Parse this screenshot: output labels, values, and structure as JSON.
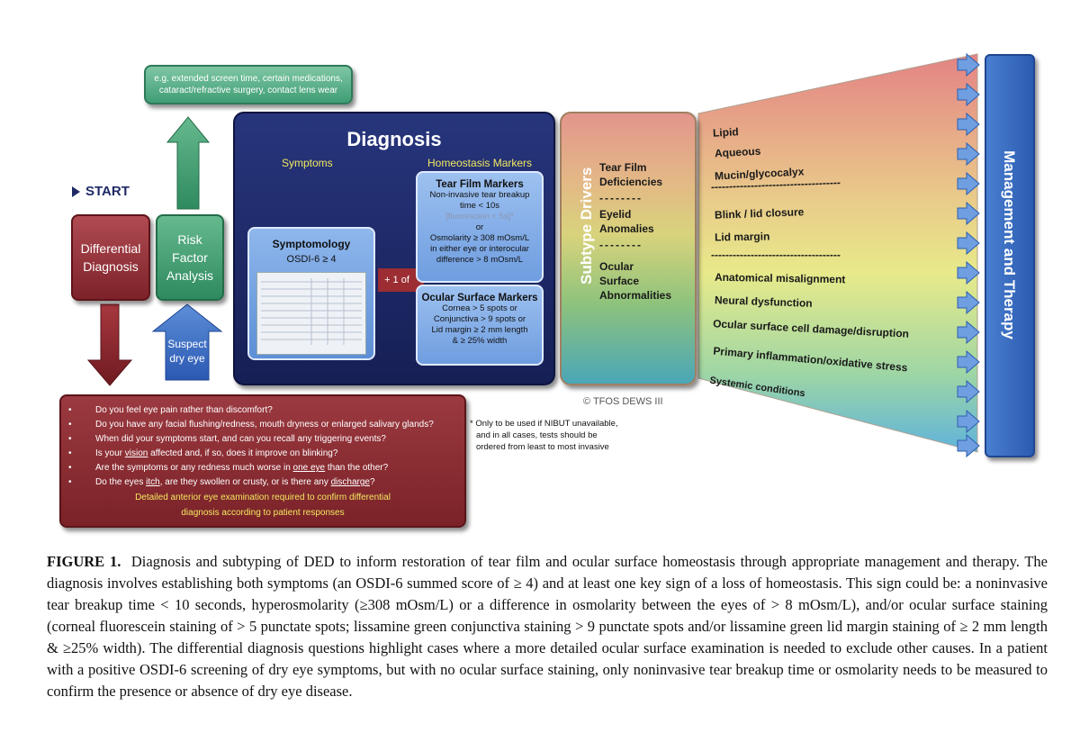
{
  "risk_examples": {
    "line1": "e.g. extended screen time, certain medications,",
    "line2": "cataract/refractive surgery, contact lens wear"
  },
  "start": {
    "label": "START"
  },
  "differential": {
    "line1": "Differential",
    "line2": "Diagnosis"
  },
  "risk_factor": {
    "line1": "Risk",
    "line2": "Factor",
    "line3": "Analysis"
  },
  "suspect": {
    "line1": "Suspect",
    "line2": "dry eye"
  },
  "diagnosis": {
    "title": "Diagnosis",
    "symptoms_header": "Symptoms",
    "homeostasis_header": "Homeostasis Markers",
    "symptomology": {
      "title": "Symptomology",
      "score": "OSDI-6 ≥ 4"
    },
    "connector": "+ 1 of",
    "tear_film": {
      "title": "Tear Film Markers",
      "l1": "Non-invasive tear breakup",
      "l2": "time < 10s",
      "l3": "[fluorescein < 5s]*",
      "l4": "or",
      "l5": "Osmolarity ≥ 308 mOsm/L",
      "l6": "in either eye or interocular",
      "l7": "difference > 8 mOsm/L"
    },
    "ocular_surface": {
      "title": "Ocular Surface Markers",
      "l1": "Cornea > 5 spots or",
      "l2": "Conjunctiva > 9 spots or",
      "l3": "Lid margin ≥ 2 mm length",
      "l4": "& ≥ 25% width"
    }
  },
  "subtype": {
    "label": "Subtype Drivers",
    "tf1": "Tear Film",
    "tf2": "Deficiencies",
    "dash": "--------",
    "ea1": "Eyelid",
    "ea2": "Anomalies",
    "os1": "Ocular",
    "os2": "Surface",
    "os3": "Abnormalities"
  },
  "funnel": {
    "items": [
      "Lipid",
      "Aqueous",
      "Mucin/glycocalyx",
      "Blink / lid closure",
      "Lid margin",
      "Anatomical misalignment",
      "Neural dysfunction",
      "Ocular surface cell damage/disruption",
      "Primary inflammation/oxidative stress",
      "Systemic conditions"
    ],
    "dashes": "------------------------------------",
    "colors": {
      "top": "#e58a86",
      "mid": "#e9ea8c",
      "bottom": "#64b3d6"
    }
  },
  "management": {
    "label": "Management and Therapy"
  },
  "copyright": "© TFOS DEWS III",
  "footnote": {
    "l1": "* Only to be used if NIBUT unavailable,",
    "l2": "and in all cases, tests should be",
    "l3": "ordered from least to most invasive"
  },
  "questions": {
    "q1": "Do you feel eye pain rather than discomfort?",
    "q2": "Do you have any facial flushing/redness, mouth dryness or enlarged salivary glands?",
    "q3": "When did your symptoms start, and can you recall any triggering events?",
    "q4a": "Is your ",
    "q4b": "vision",
    "q4c": " affected and, if so, does it improve on blinking?",
    "q5a": "Are the symptoms or any redness much worse in ",
    "q5b": "one eye",
    "q5c": " than the other?",
    "q6a": "Do the eyes ",
    "q6b": "itch",
    "q6c": ", are they swollen or crusty, or is there any ",
    "q6d": "discharge",
    "q6e": "?",
    "c1": "Detailed anterior eye examination required to confirm differential",
    "c2": "diagnosis according to patient responses"
  },
  "caption": {
    "label": "FIGURE 1.",
    "text": "Diagnosis and subtyping of DED to inform restoration of tear film and ocular surface homeostasis through appropriate management and therapy. The diagnosis involves establishing both symptoms (an OSDI-6 summed score of ≥ 4) and at least one key sign of a loss of homeostasis. This sign could be: a noninvasive tear breakup time < 10 seconds, hyperosmolarity (≥308 mOsm/L) or a difference in osmolarity between the eyes of > 8 mOsm/L), and/or ocular surface staining (corneal fluorescein staining of > 5 punctate spots; lissamine green conjunctiva staining > 9 punctate spots and/or lissamine green lid margin staining of ≥ 2 mm length & ≥25% width). The differential diagnosis questions highlight cases where a more detailed ocular surface examination is needed to exclude other causes. In a patient with a positive OSDI-6 screening of dry eye symptoms, but with no ocular surface staining, only noninvasive tear breakup time or osmolarity needs to be measured to confirm the presence or absence of dry eye disease."
  }
}
